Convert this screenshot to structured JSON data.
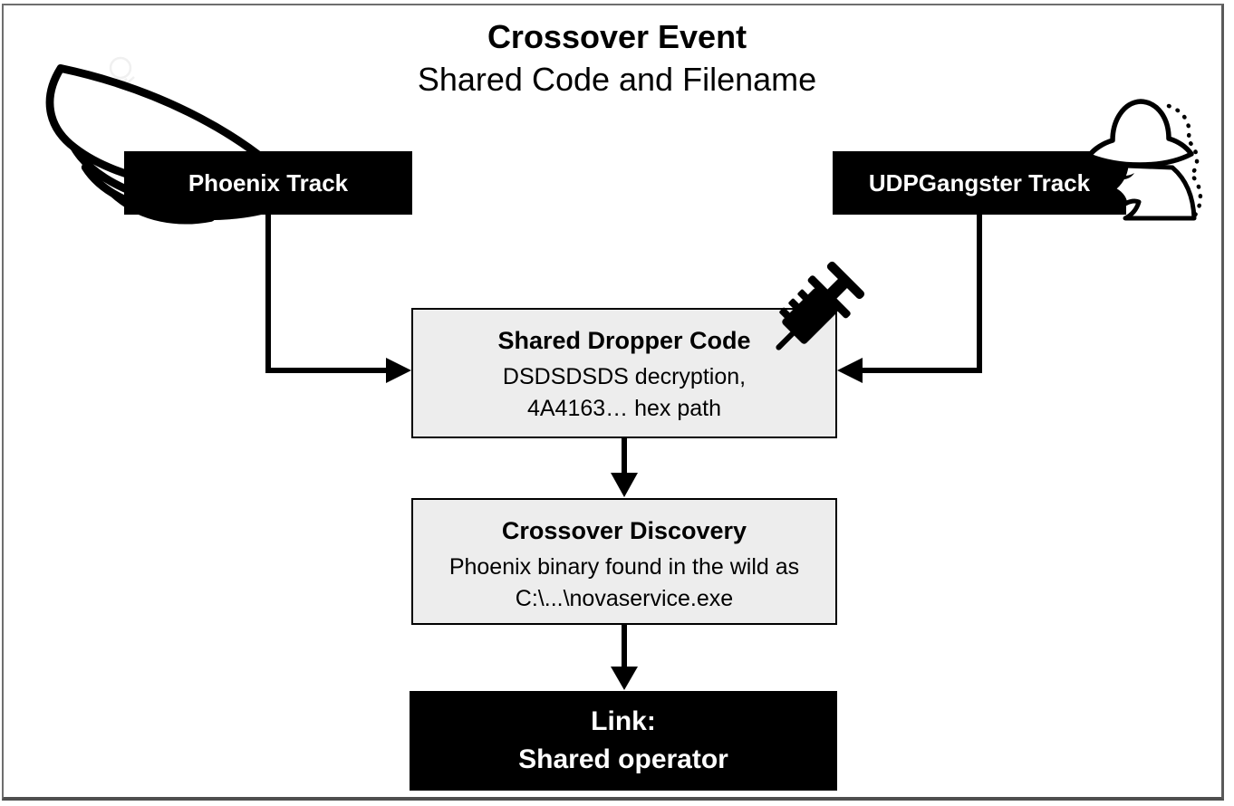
{
  "diagram": {
    "title": "Crossover Event",
    "subtitle": "Shared Code and Filename"
  },
  "nodes": {
    "phoenix_track": {
      "label": "Phoenix Track"
    },
    "udpgangster_track": {
      "label": "UDPGangster Track"
    },
    "shared_dropper_code": {
      "title": "Shared Dropper Code",
      "line1": "DSDSDSDS decryption,",
      "line2": "4A4163… hex path"
    },
    "crossover_discovery": {
      "title": "Crossover Discovery",
      "line1": "Phoenix binary found in the wild as",
      "line2": "C:\\...\\novaservice.exe"
    },
    "link": {
      "line1": "Link:",
      "line2": "Shared operator"
    }
  },
  "edges": [
    {
      "from": "phoenix_track",
      "to": "shared_dropper_code"
    },
    {
      "from": "udpgangster_track",
      "to": "shared_dropper_code"
    },
    {
      "from": "shared_dropper_code",
      "to": "crossover_discovery"
    },
    {
      "from": "crossover_discovery",
      "to": "link"
    }
  ],
  "icons": {
    "phoenix": "wing-icon",
    "udpgangster": "spy-icon",
    "dropper": "syringe-icon"
  },
  "colors": {
    "node_fill": "#ededed",
    "node_border": "#000000",
    "emphasis_fill": "#000000",
    "emphasis_text": "#ffffff",
    "arrow": "#000000",
    "frame_border": "#6e6e6e"
  }
}
